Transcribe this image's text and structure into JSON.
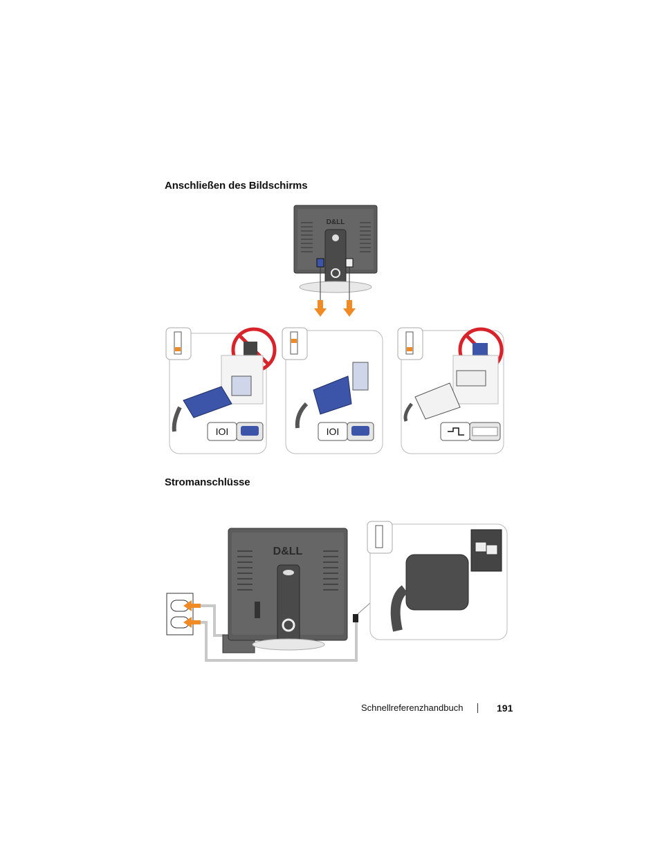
{
  "sections": {
    "monitor": {
      "heading": "Anschließen des Bildschirms"
    },
    "power": {
      "heading": "Stromanschlüsse"
    }
  },
  "figures": {
    "monitor_back_logo": "D&LL",
    "power_monitor_logo": "D&LL",
    "panel_1_port_symbol": "IOI",
    "panel_2_port_symbol": "IOI"
  },
  "footer": {
    "title": "Schnellreferenzhandbuch",
    "page_number": "191"
  },
  "colors": {
    "orange": "#f08a24",
    "blue": "#3d55a8",
    "monitor_gray": "#5b5b5b",
    "prohibit_red": "#d9232a"
  }
}
